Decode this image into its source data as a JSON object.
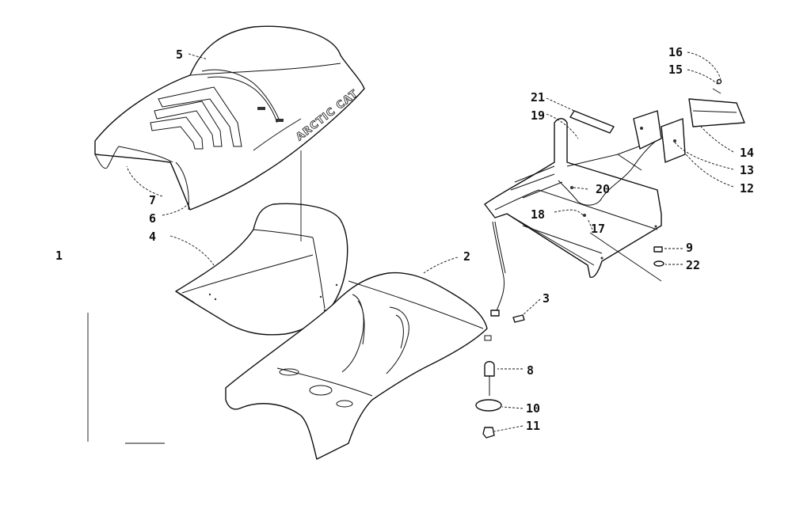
{
  "diagram": {
    "brand_text": "ARCTIC CAT",
    "callouts": {
      "c1": "1",
      "c2": "2",
      "c3": "3",
      "c4": "4",
      "c5": "5",
      "c6": "6",
      "c7": "7",
      "c8": "8",
      "c9": "9",
      "c10": "10",
      "c11": "11",
      "c12": "12",
      "c13": "13",
      "c14": "14",
      "c15": "15",
      "c16": "16",
      "c17": "17",
      "c18": "18",
      "c19": "19",
      "c20": "20",
      "c21": "21",
      "c22": "22"
    }
  }
}
